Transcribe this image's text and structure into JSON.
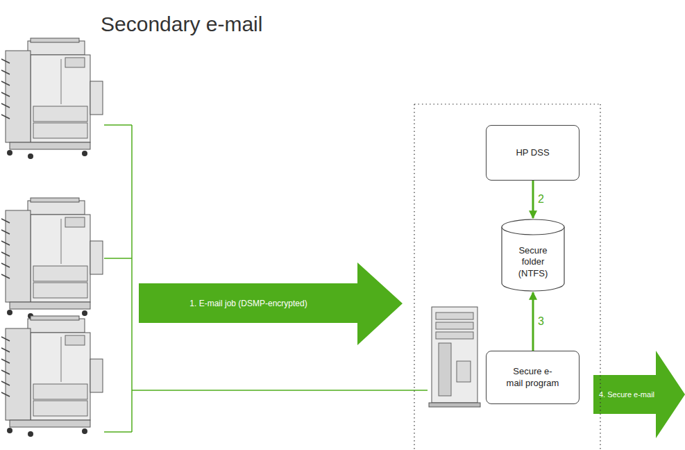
{
  "diagram": {
    "title": "Secondary e-mail",
    "nodes": [
      {
        "text": [
          "HP DSS"
        ]
      },
      {
        "text": [
          "Secure folder (NTFS)"
        ]
      },
      {
        "text": [
          "Secure e-mail program"
        ]
      }
    ],
    "edges": [
      {
        "from": 0,
        "to": 1,
        "arrow": "to",
        "label": "2"
      },
      {
        "from": 2,
        "to": 1,
        "arrow": "to",
        "label": "3"
      }
    ],
    "labels": [
      "1. E-mail job (DSMP-encrypted)",
      "4. Secure e-mail"
    ]
  }
}
